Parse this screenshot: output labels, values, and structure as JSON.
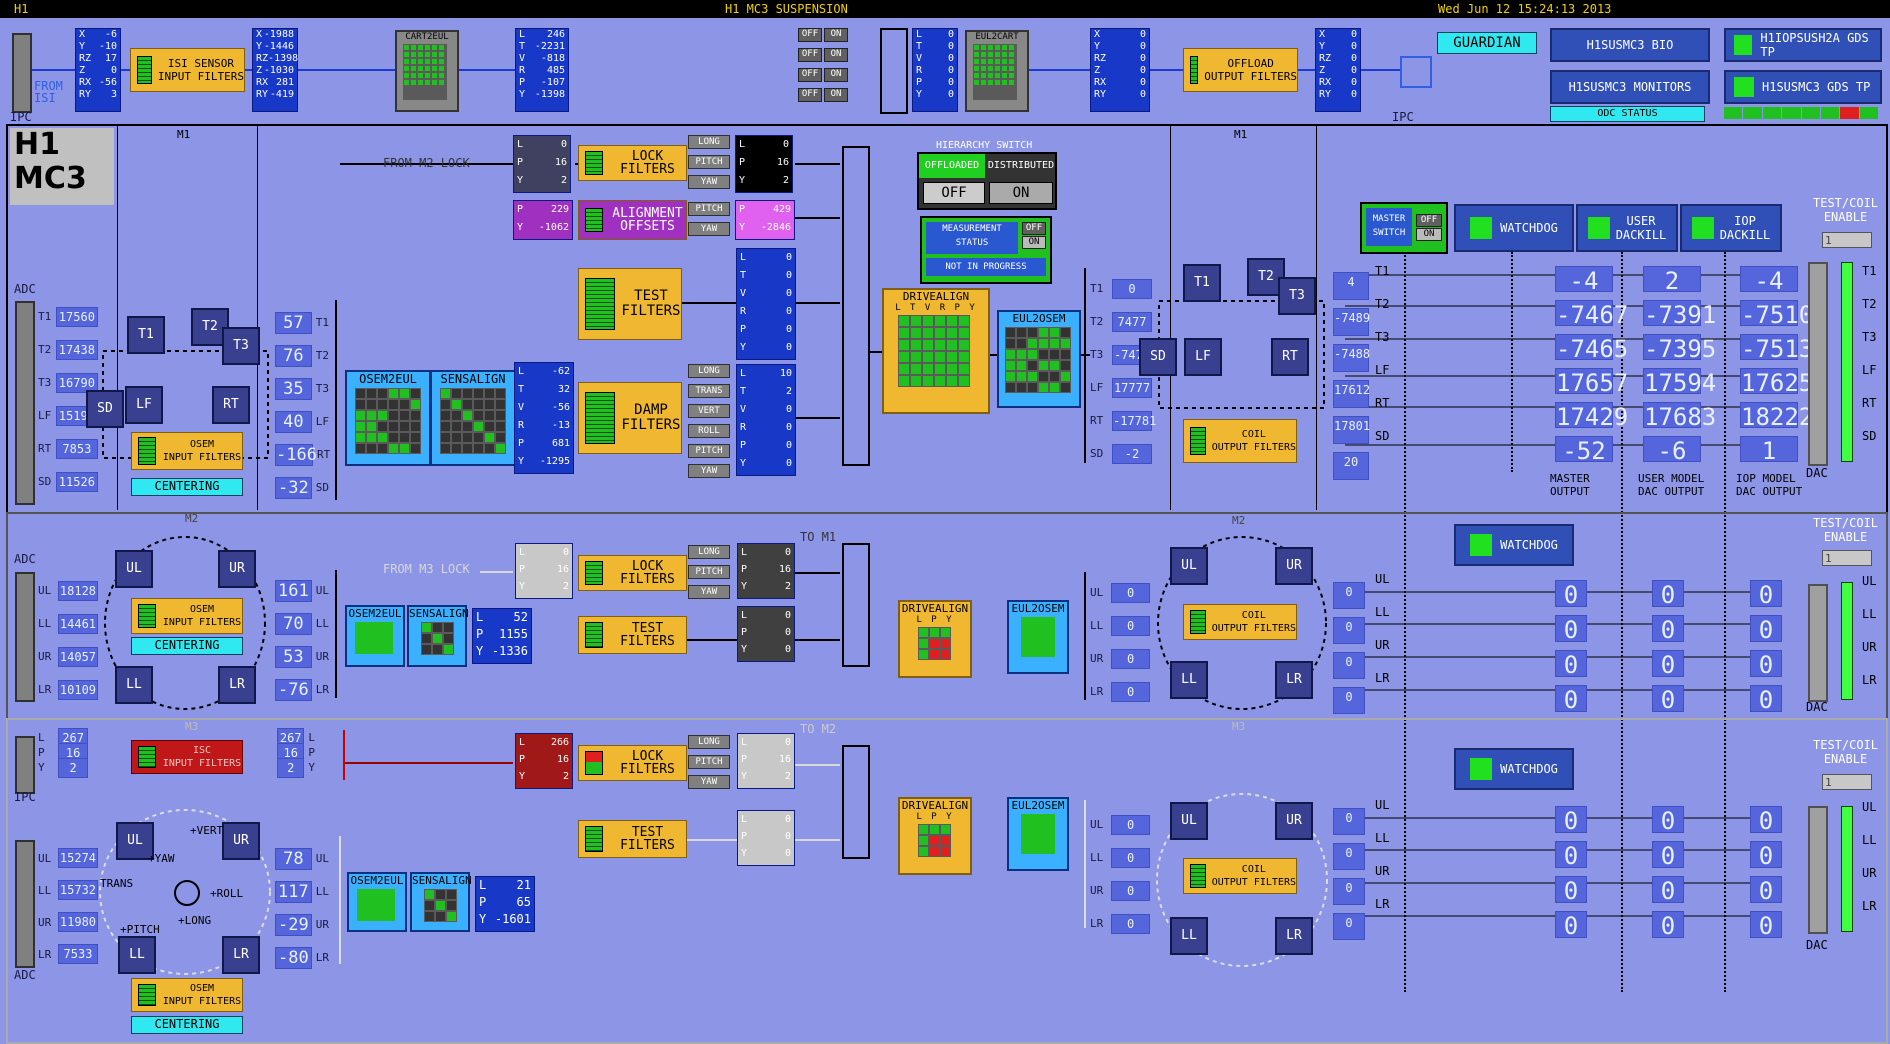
{
  "topbar": {
    "ifo": "H1",
    "title": "H1 MC3 SUSPENSION",
    "timestamp": "Wed Jun 12 15:24:13 2013"
  },
  "top": {
    "from_isi": "FROM\nISI",
    "ipc_left": "IPC",
    "ipc_right": "IPC",
    "isi_in": [
      [
        "X",
        "-6"
      ],
      [
        "Y",
        "-10"
      ],
      [
        "RZ",
        "17"
      ],
      [
        "Z",
        "0"
      ],
      [
        "RX",
        "-56"
      ],
      [
        "RY",
        "3"
      ]
    ],
    "isi_filter": "ISI SENSOR\nINPUT FILTERS",
    "isi_out": [
      [
        "X",
        "-1988"
      ],
      [
        "Y",
        "-1446"
      ],
      [
        "RZ",
        "-1398"
      ],
      [
        "Z",
        "-1030"
      ],
      [
        "RX",
        "281"
      ],
      [
        "RY",
        "-419"
      ]
    ],
    "cart2eul": "CART2EUL",
    "eul": [
      [
        "L",
        "246"
      ],
      [
        "T",
        "-2231"
      ],
      [
        "V",
        "-818"
      ],
      [
        "R",
        "485"
      ],
      [
        "P",
        "-107"
      ],
      [
        "Y",
        "-1398"
      ]
    ],
    "offon": [
      "OFF",
      "ON"
    ],
    "eul_out": [
      [
        "L",
        "0"
      ],
      [
        "T",
        "0"
      ],
      [
        "V",
        "0"
      ],
      [
        "R",
        "0"
      ],
      [
        "P",
        "0"
      ],
      [
        "Y",
        "0"
      ]
    ],
    "eul2cart": "EUL2CART",
    "off_in": [
      [
        "X",
        "0"
      ],
      [
        "Y",
        "0"
      ],
      [
        "RZ",
        "0"
      ],
      [
        "Z",
        "0"
      ],
      [
        "RX",
        "0"
      ],
      [
        "RY",
        "0"
      ]
    ],
    "offload_filter": "OFFLOAD\nOUTPUT FILTERS",
    "off_out": [
      [
        "X",
        "0"
      ],
      [
        "Y",
        "0"
      ],
      [
        "RZ",
        "0"
      ],
      [
        "Z",
        "0"
      ],
      [
        "RX",
        "0"
      ],
      [
        "RY",
        "0"
      ]
    ],
    "guardian": "GUARDIAN",
    "bio": "H1SUSMC3 BIO",
    "monitors": "H1SUSMC3 MONITORS",
    "odc": "ODC STATUS",
    "gds1": "H1IOPSUSH2A GDS TP",
    "gds2": "H1SUSMC3 GDS TP"
  },
  "m1": {
    "title": "H1\nMC3",
    "label": "M1",
    "adc": "ADC",
    "adc_rows": [
      [
        "T1",
        "17560"
      ],
      [
        "T2",
        "17438"
      ],
      [
        "T3",
        "16790"
      ],
      [
        "LF",
        "15192"
      ],
      [
        "RT",
        "7853"
      ],
      [
        "SD",
        "11526"
      ]
    ],
    "osems": [
      "T1",
      "T2",
      "T3",
      "SD",
      "LF",
      "RT"
    ],
    "osem_filter": "OSEM\nINPUT FILTERS",
    "centering": "CENTERING",
    "osem_out": [
      [
        "T1",
        "57"
      ],
      [
        "T2",
        "76"
      ],
      [
        "T3",
        "35"
      ],
      [
        "LF",
        "40"
      ],
      [
        "RT",
        "-166"
      ],
      [
        "SD",
        "-32"
      ]
    ],
    "osem2eul": "OSEM2EUL",
    "sensalign": "SENSALIGN",
    "sens_out": [
      [
        "L",
        "-62"
      ],
      [
        "T",
        "32"
      ],
      [
        "V",
        "-56"
      ],
      [
        "R",
        "-13"
      ],
      [
        "P",
        "681"
      ],
      [
        "Y",
        "-1295"
      ]
    ],
    "from_m2_lock": "FROM M2 LOCK",
    "lock_in": [
      [
        "L",
        "0"
      ],
      [
        "P",
        "16"
      ],
      [
        "Y",
        "2"
      ]
    ],
    "lock_filter": "LOCK\nFILTERS",
    "lock_tags": [
      "LONG",
      "PITCH",
      "YAW"
    ],
    "lock_out": [
      [
        "L",
        "0"
      ],
      [
        "P",
        "16"
      ],
      [
        "Y",
        "2"
      ]
    ],
    "align_in": [
      [
        "P",
        "229"
      ],
      [
        "Y",
        "-1062"
      ]
    ],
    "align_filter": "ALIGNMENT\nOFFSETS",
    "align_tags": [
      "PITCH",
      "YAW"
    ],
    "align_out": [
      [
        "P",
        "429"
      ],
      [
        "Y",
        "-2846"
      ]
    ],
    "test_filter": "TEST\nFILTERS",
    "test_out": [
      [
        "L",
        "0"
      ],
      [
        "T",
        "0"
      ],
      [
        "V",
        "0"
      ],
      [
        "R",
        "0"
      ],
      [
        "P",
        "0"
      ],
      [
        "Y",
        "0"
      ]
    ],
    "damp_filter": "DAMP\nFILTERS",
    "damp_tags": [
      "LONG",
      "TRANS",
      "VERT",
      "ROLL",
      "PITCH",
      "YAW"
    ],
    "damp_out": [
      [
        "L",
        "10"
      ],
      [
        "T",
        "2"
      ],
      [
        "V",
        "0"
      ],
      [
        "R",
        "0"
      ],
      [
        "P",
        "0"
      ],
      [
        "Y",
        "0"
      ]
    ],
    "hier_title": "HIERARCHY SWITCH",
    "hier_off": "OFFLOADED",
    "hier_dist": "DISTRIBUTED",
    "hier_offb": "OFF",
    "hier_onb": "ON",
    "meas_title": "MEASUREMENT\nSTATUS",
    "meas_off": "OFF",
    "meas_on": "ON",
    "meas_state": "NOT IN PROGRESS",
    "drivealign": "DRIVEALIGN",
    "drive_hdr": "L T V R P Y",
    "eul2osem": "EUL2OSEM",
    "coil_in": [
      [
        "T1",
        "0"
      ],
      [
        "T2",
        "7477"
      ],
      [
        "T3",
        "-7477"
      ],
      [
        "LF",
        "17777"
      ],
      [
        "RT",
        "-17781"
      ],
      [
        "SD",
        "-2"
      ]
    ],
    "coil_filter": "COIL\nOUTPUT FILTERS",
    "coil_out": [
      "4",
      "-7489",
      "-7488",
      "17612",
      "17801",
      "20"
    ],
    "master": "MASTER\nSWITCH",
    "master_off": "OFF",
    "master_on": "ON",
    "watchdog": "WATCHDOG",
    "user_dackill": "USER\nDACKILL",
    "iop_dackill": "IOP\nDACKILL",
    "row_labels": [
      "T1",
      "T2",
      "T3",
      "LF",
      "RT",
      "SD"
    ],
    "master_out": [
      "-4",
      "-7467",
      "-7465",
      "17657",
      "17429",
      "-52"
    ],
    "user_out": [
      "2",
      "-7391",
      "-7395",
      "17594",
      "17683",
      "-6"
    ],
    "iop_out": [
      "-4",
      "-7510",
      "-7513",
      "17625",
      "18222",
      "1"
    ],
    "col_master": "MASTER\nOUTPUT",
    "col_user": "USER MODEL\nDAC OUTPUT",
    "col_iop": "IOP MODEL\nDAC OUTPUT",
    "testcoil": "TEST/COIL\nENABLE",
    "testcoil_val": "1",
    "dac": "DAC"
  },
  "m2": {
    "label": "M2",
    "adc": "ADC",
    "adc_rows": [
      [
        "UL",
        "18128"
      ],
      [
        "LL",
        "14461"
      ],
      [
        "UR",
        "14057"
      ],
      [
        "LR",
        "10109"
      ]
    ],
    "osems": [
      "UL",
      "UR",
      "LL",
      "LR"
    ],
    "osem_filter": "OSEM\nINPUT FILTERS",
    "centering": "CENTERING",
    "osem_out": [
      [
        "UL",
        "161"
      ],
      [
        "LL",
        "70"
      ],
      [
        "UR",
        "53"
      ],
      [
        "LR",
        "-76"
      ]
    ],
    "osem2eul": "OSEM2EUL",
    "sensalign": "SENSALIGN",
    "sens_out": [
      [
        "L",
        "52"
      ],
      [
        "P",
        "1155"
      ],
      [
        "Y",
        "-1336"
      ]
    ],
    "from_m3_lock": "FROM M3 LOCK",
    "lock_in": [
      [
        "L",
        "0"
      ],
      [
        "P",
        "16"
      ],
      [
        "Y",
        "2"
      ]
    ],
    "lock_filter": "LOCK\nFILTERS",
    "lock_tags": [
      "LONG",
      "PITCH",
      "YAW"
    ],
    "lock_out": [
      [
        "L",
        "0"
      ],
      [
        "P",
        "16"
      ],
      [
        "Y",
        "2"
      ]
    ],
    "to_m1": "TO M1",
    "test_filter": "TEST\nFILTERS",
    "test_out": [
      [
        "L",
        "0"
      ],
      [
        "P",
        "0"
      ],
      [
        "Y",
        "0"
      ]
    ],
    "drivealign": "DRIVEALIGN",
    "drive_hdr": "L P Y",
    "eul2osem": "EUL2OSEM",
    "coil_in": [
      [
        "UL",
        "0"
      ],
      [
        "LL",
        "0"
      ],
      [
        "UR",
        "0"
      ],
      [
        "LR",
        "0"
      ]
    ],
    "coil_filter": "COIL\nOUTPUT FILTERS",
    "coil_out": [
      "0",
      "0",
      "0",
      "0"
    ],
    "watchdog": "WATCHDOG",
    "row_labels": [
      "UL",
      "LL",
      "UR",
      "LR"
    ],
    "outs": [
      "0",
      "0",
      "0",
      "0"
    ],
    "testcoil": "TEST/COIL\nENABLE",
    "testcoil_val": "1",
    "dac": "DAC"
  },
  "m3": {
    "label": "M3",
    "ipc": "IPC",
    "adc": "ADC",
    "ipc_rows": [
      [
        "L",
        "267"
      ],
      [
        "P",
        "16"
      ],
      [
        "Y",
        "2"
      ]
    ],
    "isc_filter": "ISC\nINPUT FILTERS",
    "isc_out": [
      [
        "L",
        "267"
      ],
      [
        "P",
        "16"
      ],
      [
        "Y",
        "2"
      ]
    ],
    "adc_rows": [
      [
        "UL",
        "15274"
      ],
      [
        "LL",
        "15732"
      ],
      [
        "UR",
        "11980"
      ],
      [
        "LR",
        "7533"
      ]
    ],
    "osems": [
      "UL",
      "UR",
      "LL",
      "LR"
    ],
    "dof_labels": [
      "+VERT",
      "+YAW",
      "TRANS",
      "+ROLL",
      "+PITCH",
      "+LONG"
    ],
    "osem_filter": "OSEM\nINPUT FILTERS",
    "centering": "CENTERING",
    "osem_out": [
      [
        "UL",
        "78"
      ],
      [
        "LL",
        "117"
      ],
      [
        "UR",
        "-29"
      ],
      [
        "LR",
        "-80"
      ]
    ],
    "osem2eul": "OSEM2EUL",
    "sensalign": "SENSALIGN",
    "sens_out": [
      [
        "L",
        "21"
      ],
      [
        "P",
        "65"
      ],
      [
        "Y",
        "-1601"
      ]
    ],
    "lock_in": [
      [
        "L",
        "266"
      ],
      [
        "P",
        "16"
      ],
      [
        "Y",
        "2"
      ]
    ],
    "lock_filter": "LOCK\nFILTERS",
    "lock_tags": [
      "LONG",
      "PITCH",
      "YAW"
    ],
    "lock_out": [
      [
        "L",
        "0"
      ],
      [
        "P",
        "16"
      ],
      [
        "Y",
        "2"
      ]
    ],
    "to_m2": "TO M2",
    "test_filter": "TEST\nFILTERS",
    "test_out": [
      [
        "L",
        "0"
      ],
      [
        "P",
        "0"
      ],
      [
        "Y",
        "0"
      ]
    ],
    "drivealign": "DRIVEALIGN",
    "drive_hdr": "L P Y",
    "eul2osem": "EUL2OSEM",
    "coil_in": [
      [
        "UL",
        "0"
      ],
      [
        "LL",
        "0"
      ],
      [
        "UR",
        "0"
      ],
      [
        "LR",
        "0"
      ]
    ],
    "coil_filter": "COIL\nOUTPUT FILTERS",
    "coil_out": [
      "0",
      "0",
      "0",
      "0"
    ],
    "watchdog": "WATCHDOG",
    "row_labels": [
      "UL",
      "LL",
      "UR",
      "LR"
    ],
    "outs": [
      "0",
      "0",
      "0",
      "0"
    ],
    "testcoil": "TEST/COIL\nENABLE",
    "testcoil_val": "1",
    "dac": "DAC"
  }
}
